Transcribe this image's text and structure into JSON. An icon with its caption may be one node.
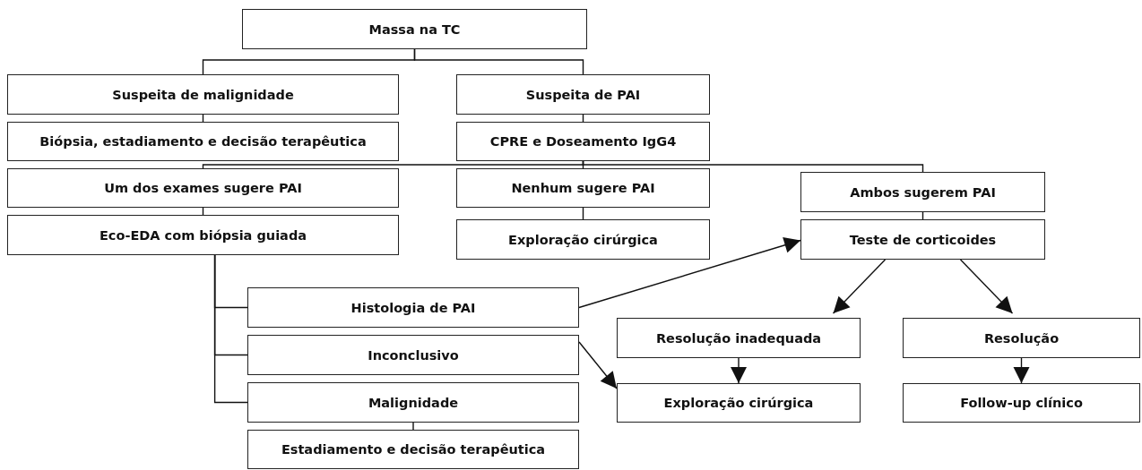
{
  "diagram": {
    "nodes": [
      {
        "text": [
          "Massa na TC"
        ]
      },
      {
        "text": [
          "Suspeita de malignidade"
        ]
      },
      {
        "text": [
          "Suspeita de PAI"
        ]
      },
      {
        "text": [
          "Biópsia, estadiamento e decisão terapêutica"
        ]
      },
      {
        "text": [
          "CPRE e Doseamento IgG4"
        ]
      },
      {
        "text": [
          "Um dos exames sugere PAI"
        ]
      },
      {
        "text": [
          "Nenhum sugere PAI"
        ]
      },
      {
        "text": [
          "Ambos sugerem PAI"
        ]
      },
      {
        "text": [
          "Eco-EDA com biópsia guiada"
        ]
      },
      {
        "text": [
          "Exploração cirúrgica"
        ]
      },
      {
        "text": [
          "Teste de corticoides"
        ]
      },
      {
        "text": [
          "Histologia de PAI"
        ]
      },
      {
        "text": [
          "Inconclusivo"
        ]
      },
      {
        "text": [
          "Malignidade"
        ]
      },
      {
        "text": [
          "Estadiamento e decisão terapêutica"
        ]
      },
      {
        "text": [
          "Resolução inadequada"
        ]
      },
      {
        "text": [
          "Resolução"
        ]
      },
      {
        "text": [
          "Exploração cirúrgica"
        ]
      },
      {
        "text": [
          "Follow-up clínico"
        ]
      }
    ],
    "edges": [
      {
        "from": 0,
        "to": 1,
        "arrow": "none"
      },
      {
        "from": 0,
        "to": 2,
        "arrow": "none"
      },
      {
        "from": 1,
        "to": 3,
        "arrow": "none"
      },
      {
        "from": 2,
        "to": 4,
        "arrow": "none"
      },
      {
        "from": 4,
        "to": 5,
        "arrow": "none"
      },
      {
        "from": 4,
        "to": 6,
        "arrow": "none"
      },
      {
        "from": 4,
        "to": 7,
        "arrow": "none"
      },
      {
        "from": 5,
        "to": 8,
        "arrow": "none"
      },
      {
        "from": 6,
        "to": 9,
        "arrow": "none"
      },
      {
        "from": 7,
        "to": 10,
        "arrow": "none"
      },
      {
        "from": 8,
        "to": 11,
        "arrow": "none"
      },
      {
        "from": 8,
        "to": 12,
        "arrow": "none"
      },
      {
        "from": 8,
        "to": 13,
        "arrow": "none"
      },
      {
        "from": 13,
        "to": 14,
        "arrow": "none"
      },
      {
        "from": 11,
        "to": 10,
        "arrow": "to"
      },
      {
        "from": 12,
        "to": 17,
        "arrow": "to"
      },
      {
        "from": 10,
        "to": 15,
        "arrow": "to"
      },
      {
        "from": 10,
        "to": 16,
        "arrow": "to"
      },
      {
        "from": 15,
        "to": 17,
        "arrow": "to"
      },
      {
        "from": 16,
        "to": 18,
        "arrow": "to"
      }
    ]
  }
}
